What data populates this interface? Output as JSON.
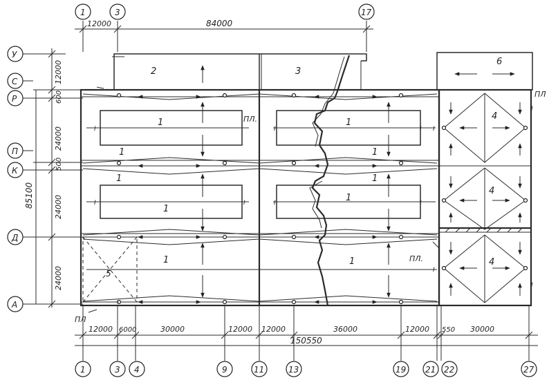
{
  "top_axes": [
    "1",
    "3",
    "17"
  ],
  "top_dims": [
    "12000",
    "84000"
  ],
  "bottom_axes": [
    "1",
    "3",
    "4",
    "9",
    "11",
    "13",
    "19",
    "21",
    "22",
    "27"
  ],
  "bottom_dims": [
    "12000",
    "6000",
    "30000",
    "12000",
    "12000",
    "36000",
    "12000",
    "550",
    "30000"
  ],
  "total_length": "150550",
  "row_axes": [
    "У",
    "С",
    "Р",
    "П",
    "К",
    "Д",
    "А"
  ],
  "left_dims": [
    "12000",
    "600",
    "24000",
    "500",
    "24000",
    "24000"
  ],
  "total_height": "85100",
  "zone_labels": {
    "z1": "1",
    "z2": "2",
    "z3": "3",
    "z4": "4",
    "z5": "5",
    "z6": "6"
  },
  "pl_label": "ПЛ",
  "pl_label_dot": "ПЛ."
}
